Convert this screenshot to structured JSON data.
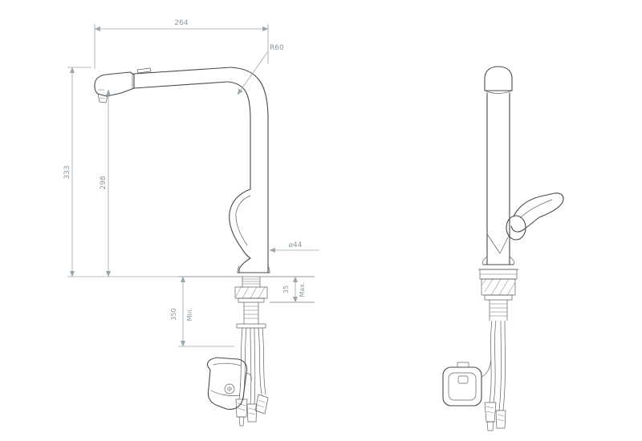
{
  "page": {
    "background": "#ffffff",
    "line_color": "#45494d",
    "dimension_color": "#9aa6ae"
  },
  "dimensions": {
    "spout_reach": "264",
    "spout_radius": "R60",
    "overall_height": "333",
    "outlet_height": "298",
    "body_diameter": "⌀44",
    "deck_thickness_value": "35",
    "deck_thickness_qualifier": "Max.",
    "hose_length_value": "350",
    "hose_length_qualifier": "Min."
  }
}
